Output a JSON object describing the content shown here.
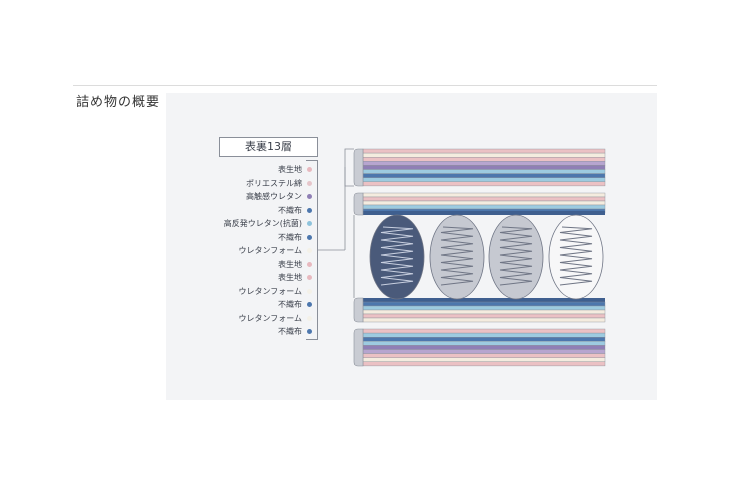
{
  "section": {
    "title": "詰め物の概要"
  },
  "diagram": {
    "heading": "表裏13層",
    "layers": [
      {
        "label": "表生地",
        "color": "#e8b9bf"
      },
      {
        "label": "ポリエステル綿",
        "color": "#e6c6cb"
      },
      {
        "label": "高触感ウレタン",
        "color": "#8f7fb5"
      },
      {
        "label": "不織布",
        "color": "#4d77ad"
      },
      {
        "label": "高反発ウレタン(抗菌)",
        "color": "#8ec3dc"
      },
      {
        "label": "不織布",
        "color": "#4d77ad"
      },
      {
        "label": "ウレタンフォーム",
        "color": "#f4f1e8"
      },
      {
        "label": "表生地",
        "color": "#e8b9bf"
      },
      {
        "label": "表生地",
        "color": "#e8b9bf"
      },
      {
        "label": "ウレタンフォーム",
        "color": "#f4f1e8"
      },
      {
        "label": "不織布",
        "color": "#4d77ad"
      },
      {
        "label": "ウレタンフォーム",
        "color": "#f4f1e8"
      },
      {
        "label": "不織布",
        "color": "#4d77ad"
      }
    ],
    "springs": [
      {
        "fill": "#4a5a7a",
        "coil": "#c9d0e0"
      },
      {
        "fill": "#c6c9d1",
        "coil": "#6f7585"
      },
      {
        "fill": "#c6c9d1",
        "coil": "#6f7585"
      },
      {
        "fill": "#f7f7f8",
        "coil": "#6f7585"
      }
    ]
  }
}
